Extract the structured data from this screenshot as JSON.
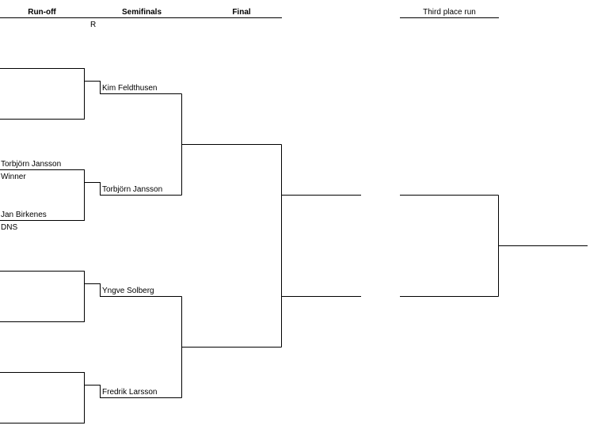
{
  "headers": {
    "runoff": "Run-off",
    "semifinals": "Semifinals",
    "final": "Final",
    "third_place": "Third place run"
  },
  "note_r": "R",
  "runoff_labels": {
    "top_name": "Torbjörn Jansson",
    "top_result": "Winner",
    "bottom_name": "Jan Birkenes",
    "bottom_result": "DNS"
  },
  "semifinalists": [
    "Kim Feldthusen",
    "Torbjörn Jansson",
    "Yngve Solberg",
    "Fredrik Larsson"
  ]
}
